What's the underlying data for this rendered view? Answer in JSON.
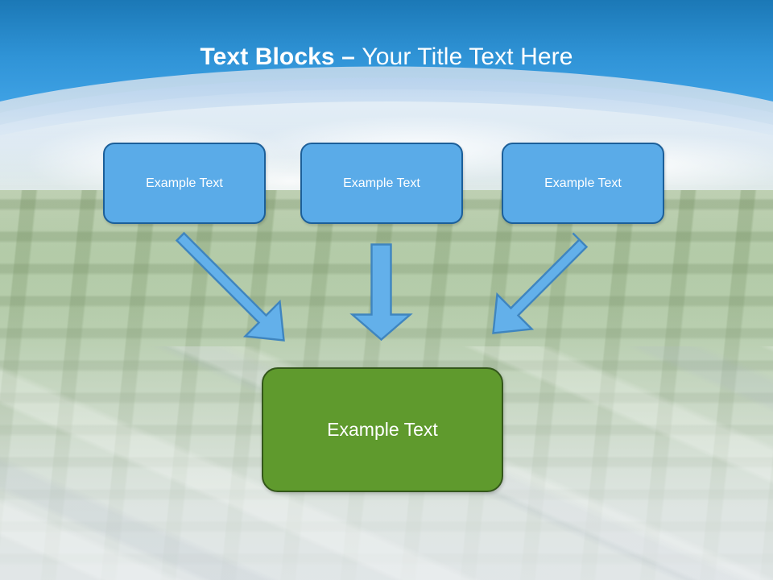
{
  "slide": {
    "title_bold": "Text Blocks ",
    "title_dash": "– ",
    "title_light": "Your Title Text Here"
  },
  "theme": {
    "header_top_color": "#1b78b6",
    "header_bottom_color": "#3ea1e4",
    "swoosh_color": "#a8c9ea",
    "box_fill": "#5aabe8",
    "box_border": "#1c5f99",
    "arrow_fill": "#63b0ea",
    "arrow_border": "#3f85bf",
    "result_fill": "#5f9a2d",
    "result_border": "#33571a",
    "title_color": "#ffffff"
  },
  "top_boxes": [
    {
      "label": "Example Text"
    },
    {
      "label": "Example Text"
    },
    {
      "label": "Example Text"
    }
  ],
  "arrows": [
    {
      "name": "arrow-left-diagonal",
      "direction": "down-right"
    },
    {
      "name": "arrow-center-down",
      "direction": "down"
    },
    {
      "name": "arrow-right-diagonal",
      "direction": "down-left"
    }
  ],
  "result_box": {
    "label": "Example Text"
  }
}
